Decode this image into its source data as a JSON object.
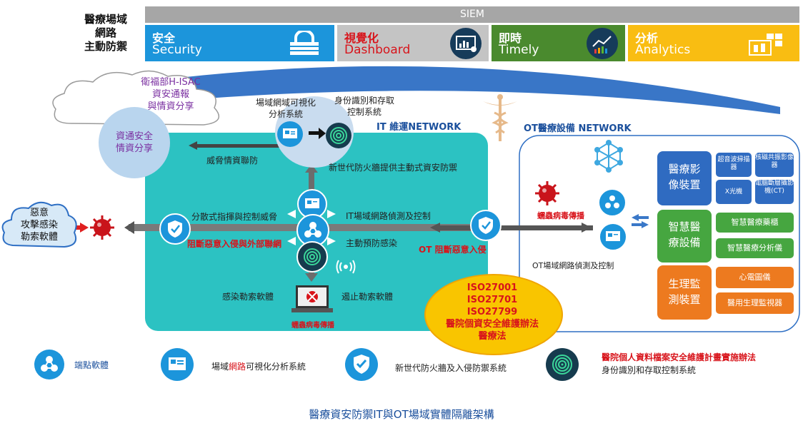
{
  "title_left": [
    "醫療場域",
    "網路",
    "主動防禦"
  ],
  "siem": {
    "label": "SIEM",
    "tiles": [
      {
        "l1": "安全",
        "l2": "Security",
        "color": "#1c95db",
        "icon": "lock-icon"
      },
      {
        "l1": "視覺化",
        "l2": "Dashboard",
        "color": "#bdbdbd",
        "icon": "dashboard-icon"
      },
      {
        "l1": "即時",
        "l2": "Timely",
        "color": "#4a8a2e",
        "icon": "line-chart-icon"
      },
      {
        "l1": "分析",
        "l2": "Analytics",
        "color": "#f9bd12",
        "icon": "analytics-icon"
      }
    ]
  },
  "cloud": [
    "衛福部H-ISAC",
    "資安通報",
    "與情資分享"
  ],
  "circle_share": [
    "資通安全",
    "情資分享"
  ],
  "top_labels": {
    "visual_system": [
      "場域網域可視化",
      "分析系統"
    ],
    "id_control": [
      "身份識別和存取",
      "控制系統"
    ]
  },
  "it_network": "IT 維運NETWORK",
  "ot_network": "OT醫療設備 NETWORK",
  "it_labels": {
    "threat_intel": "威脅情資聯防",
    "ngfw_active": "新世代防火牆提供主動式資安防禦",
    "distributed_cmd": "分散式指揮與控制威脅",
    "block_malicious": "阻斷惡意入侵與外部聯網",
    "it_detect": "IT場域網路偵測及控制",
    "active_prevent": "主動預防感染",
    "infected_ransomware": "感染勒索軟體",
    "stop_ransomware": "遏止勒索軟體",
    "worm_spread": "蠕蟲病毒傳播",
    "ot_block": "OT 阻斷惡意入侵"
  },
  "ot_labels": {
    "worm_spread": "蠕蟲病毒傳播",
    "ot_detect": "OT場域網路偵測及控制"
  },
  "left_threat": [
    "惡意",
    "攻擊感染",
    "勒索軟體"
  ],
  "iso": [
    "ISO27001",
    "ISO27701",
    "ISO27799",
    "醫院個資安全維護辦法",
    "醫療法"
  ],
  "device_groups": {
    "imaging": {
      "title": [
        "醫療影",
        "像裝置"
      ],
      "items": [
        "超音波掃描器",
        "核磁共振影像器",
        "X光機",
        "電腦斷層攝影機(CT)"
      ]
    },
    "smart": {
      "title": [
        "智慧醫",
        "療設備"
      ],
      "items": [
        "智慧醫療藥櫃",
        "智慧醫療分析儀"
      ]
    },
    "monitor": {
      "title": [
        "生理監",
        "測裝置"
      ],
      "items": [
        "心電圖儀",
        "醫用生理監視器"
      ]
    }
  },
  "legend": {
    "endpoint": "端點軟體",
    "visual_pre": "場域",
    "visual_red": "網路",
    "visual_post": "可視化分析系統",
    "ngfw": "新世代防火牆及入侵防禦系統",
    "plan_red": "醫院個人資料檔案安全維護計畫實施辦法",
    "plan": "身份識別和存取控制系統"
  },
  "caption": "醫療資安防禦IT與OT場域實體隔離架構"
}
